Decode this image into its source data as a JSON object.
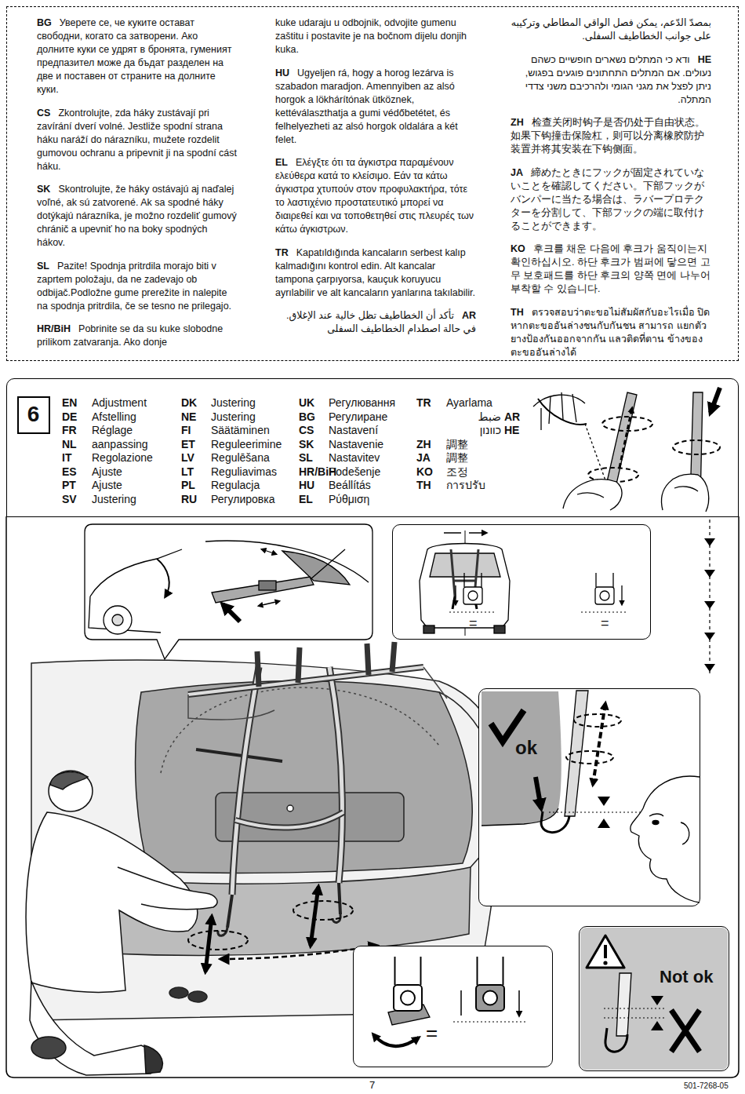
{
  "diagram": {
    "nodes": [
      {
        "text": [
          "BG",
          "Уверете се, че куките остават свободни, когато са затворени. Ако долните куки се удрят в бронята, гуменият предпазител може да бъдат разделен на две и поставен от страните на долните куки.",
          "CS",
          "Zkontrolujte, zda háky zustávají pri zavírání dverí volné. Jestliže spodní strana háku naráží do nárazníku, mužete rozdelit gumovou ochranu a pripevnit ji na spodní cást háku.",
          "SK",
          "Skontrolujte, že háky ostávajú aj naďalej voľné, ak sú zatvorené. Ak sa spodné háky dotýkajú nárazníka, je možno rozdeliť gumový chránič a upevniť ho na boky spodných hákov.",
          "SL",
          "Pazite! Spodnja pritrdila morajo biti v zaprtem položaju, da ne zadevajo ob odbijač.Podložne gume prerežite in nalepite na spodnja pritrdila, če se tesno ne prilegajo.",
          "HR/BiH",
          "Pobrinite se da su kuke slobodne prilikom zatvaranja. Ako donje",
          "kuke udaraju u odbojnik, odvojite gumenu zaštitu i postavite je na bočnom dijelu donjih kuka.",
          "HU",
          "Ugyeljen rá, hogy a horog lezárva is szabadon maradjon. Amennyiben az alsó horgok a lökhárítónak ütköznek, kettéválaszthatja a gumi védőbetétet, és felhelyezheti az alsó horgok oldalára a két felet.",
          "EL",
          "Ελέγξτε ότι τα άγκιστρα παραμένουν ελεύθερα κατά το κλείσιμο. Εάν τα κάτω άγκιστρα χτυπούν στον προφυλακτήρα, τότε το λαστιχένιο προστατευτικό μπορεί να διαιρεθεί και να τοποθετηθεί στις πλευρές των κάτω άγκιστρων.",
          "TR",
          "Kapatıldığında kancaların serbest kalıp kalmadığını kontrol edin. Alt kancalar tampona çarpıyorsa, kauçuk koruyucu ayrılabilir ve alt kancaların yanlarına takılabilir.",
          "AR",
          "تأكد أن الخطاطيف تظل خالية عند الإغلاق. في حالة اصطدام الخطاطيف السفلى",
          "بمصدّ الدّعم، يمكن فصل الواقي المطاطي وتركيبه على جوانب الخطاطيف السفلى.",
          "HE",
          "ודא כי המתלים נשארים חופשיים כשהם נעולים. אם המתלים התחתונים פוגעים בפגוש, ניתן לפצל את מגני הגומי ולהרכיבם משני צדדי המתלה.",
          "ZH",
          "检查关闭时钩子是否仍处于自由状态。如果下钩撞击保险杠，则可以分离橡胶防护装置并将其安装在下钩侧面。",
          "JA",
          "締めたときにフックが固定されていないことを確認してください。下部フックがバンパーに当たる場合は、ラバープロテクターを分割して、下部フックの端に取付けることができます。",
          "KO",
          "후크를 채운 다음에 후크가 움직이는지 확인하십시오. 하단 후크가 범퍼에 닿으면 고무 보호패드를 하단 후크의 양쪽 면에 나누어 부착할 수 있습니다.",
          "TH",
          "ตรวจสอบว่าตะขอไม่สัมผัสกับอะไรเมื่อ ปิด หากตะขออันล่างชนกับกันชน สามารถ แยกตัวยางป้องกันออกจากกัน แลวติดที่ตาน ข้างของตะขออันล่างได้"
        ]
      },
      {
        "text": [
          "EN",
          "Adjustment",
          "DE",
          "Afstelling",
          "FR",
          "Réglage",
          "NL",
          "aanpassing",
          "IT",
          "Regolazione",
          "ES",
          "Ajuste",
          "PT",
          "Ajuste",
          "SV",
          "Justering",
          "DK",
          "Justering",
          "NE",
          "Justering",
          "FI",
          "Säätäminen",
          "ET",
          "Reguleerimine",
          "LV",
          "Regulēšana",
          "LT",
          "Reguliavimas",
          "PL",
          "Regulacja",
          "RU",
          "Регулировка",
          "UK",
          "Регулювання",
          "BG",
          "Регулиране",
          "CS",
          "Nastavení",
          "SK",
          "Nastavenie",
          "SL",
          "Nastavitev",
          "HR/BiH",
          "Podešenje",
          "HU",
          "Beállítás",
          "EL",
          "Ρύθμιση",
          "TR",
          "Ayarlama",
          "AR",
          "ضبط",
          "HE",
          "כוונון",
          "ZH",
          "調整",
          "JA",
          "調整",
          "KO",
          "조정",
          "TH",
          "การปรับ"
        ]
      },
      {
        "text": [
          "6"
        ],
        "in": 1
      },
      {
        "text": [
          "=",
          "="
        ]
      },
      {
        "text": [
          "ok"
        ]
      },
      {
        "text": [
          "Not ok"
        ]
      },
      {
        "text": [
          "="
        ]
      }
    ],
    "labels": [
      "7",
      "501-7268-05"
    ]
  }
}
